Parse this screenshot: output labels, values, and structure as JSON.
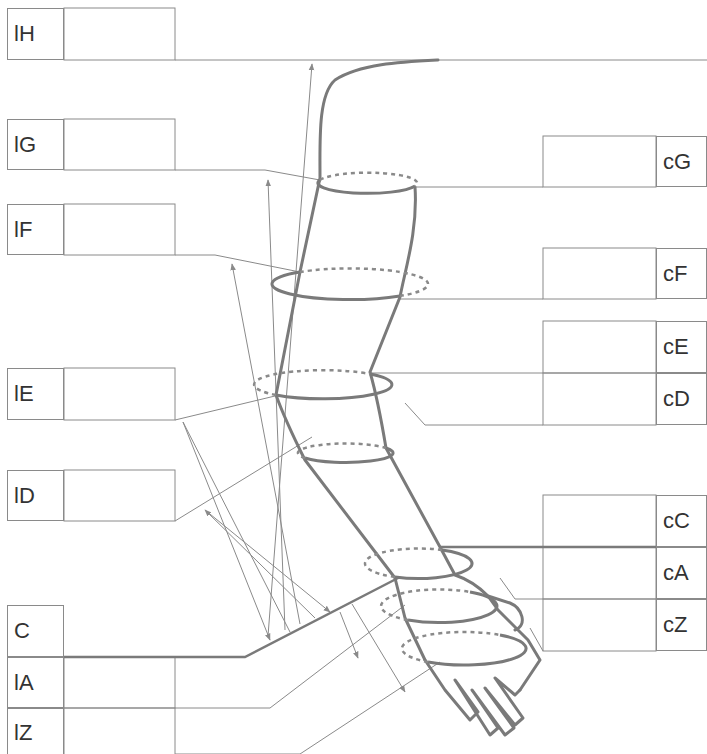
{
  "diagram": {
    "nodes": [
      {
        "text": [
          "lH"
        ]
      },
      {
        "text": [
          "lG"
        ]
      },
      {
        "text": [
          "lF"
        ]
      },
      {
        "text": [
          "lE"
        ]
      },
      {
        "text": [
          "lD"
        ]
      },
      {
        "text": [
          "C"
        ]
      },
      {
        "text": [
          "lA"
        ]
      },
      {
        "text": [
          "lZ"
        ]
      },
      {
        "text": [
          "cG"
        ]
      },
      {
        "text": [
          "cF"
        ]
      },
      {
        "text": [
          "cE"
        ]
      },
      {
        "text": [
          "cD"
        ]
      },
      {
        "text": [
          "cC"
        ]
      },
      {
        "text": [
          "cA"
        ]
      },
      {
        "text": [
          "cZ"
        ]
      }
    ]
  }
}
